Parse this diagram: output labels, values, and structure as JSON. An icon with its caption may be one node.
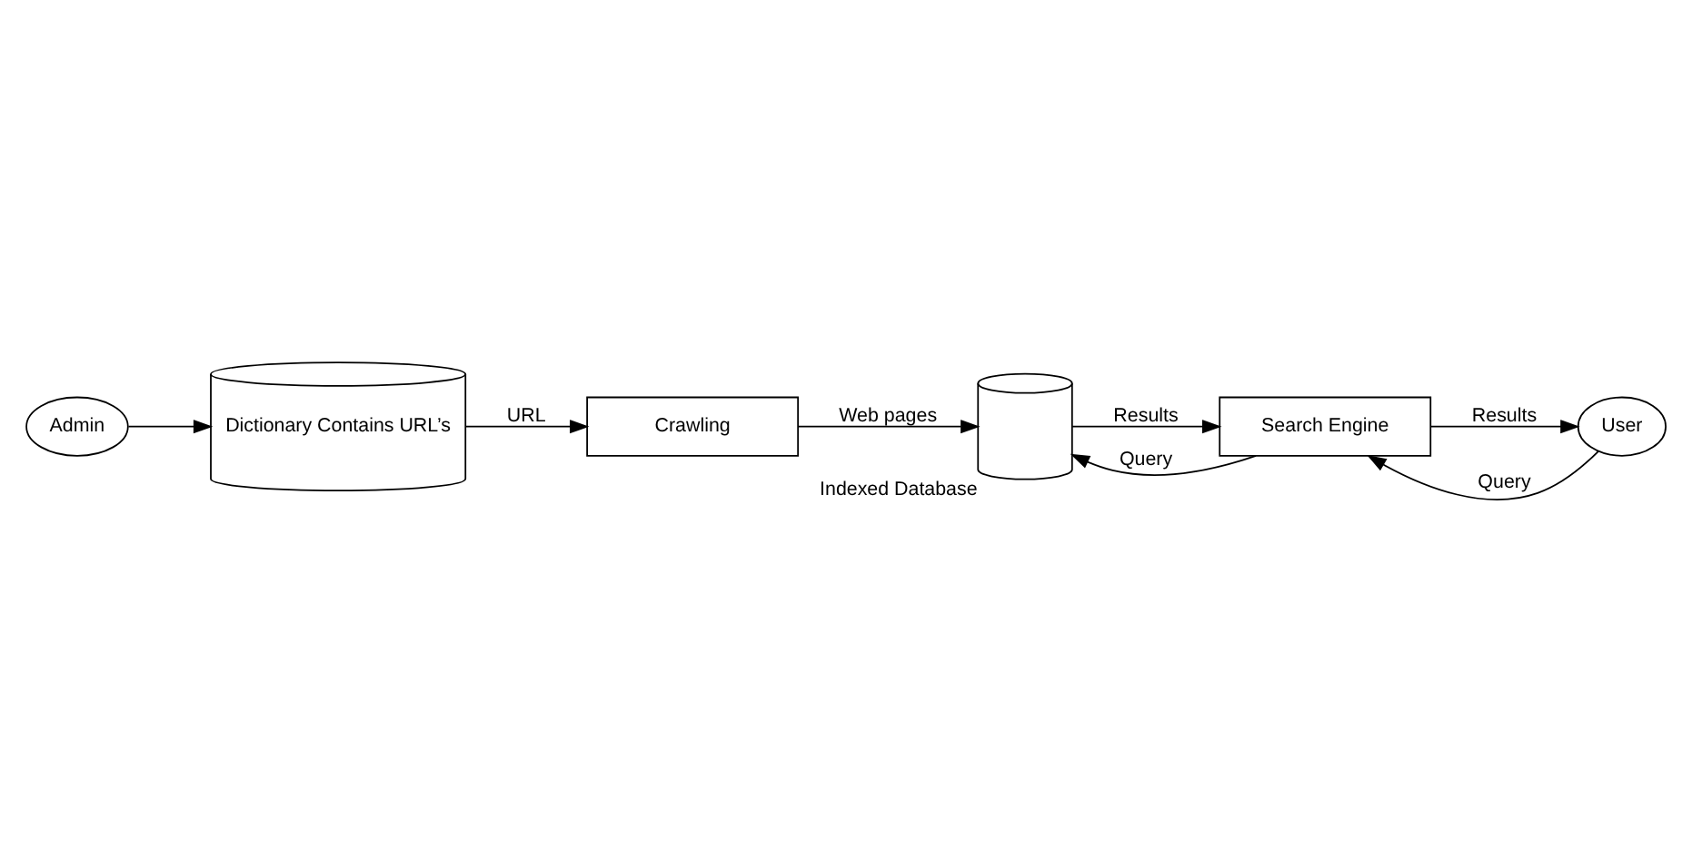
{
  "diagram": {
    "nodes": [
      {
        "text": [
          "Admin"
        ]
      },
      {
        "text": [
          "Dictionary Contains URL’s"
        ]
      },
      {
        "text": [
          "User"
        ]
      },
      {
        "text": [
          "Search Engine"
        ]
      },
      {
        "text": [],
        "shape": "cylinder",
        "beside": [
          "Indexed Database"
        ]
      },
      {
        "text": [
          "Crawling"
        ]
      }
    ],
    "edges": [
      {
        "from": 0,
        "to": 1,
        "arrow": "to"
      },
      {
        "from": 1,
        "to": 5,
        "arrow": "to",
        "label": "URL"
      },
      {
        "from": 2,
        "to": 3,
        "arrow": "to",
        "label": "Query"
      },
      {
        "from": 3,
        "to": 2,
        "arrow": "to",
        "label": "Results"
      },
      {
        "from": 4,
        "to": 3,
        "arrow": "to",
        "label": "Results"
      },
      {
        "from": 3,
        "to": 4,
        "arrow": "to",
        "label": "Query"
      },
      {
        "from": 5,
        "to": 4,
        "arrow": "to",
        "label": "Web pages"
      }
    ]
  }
}
